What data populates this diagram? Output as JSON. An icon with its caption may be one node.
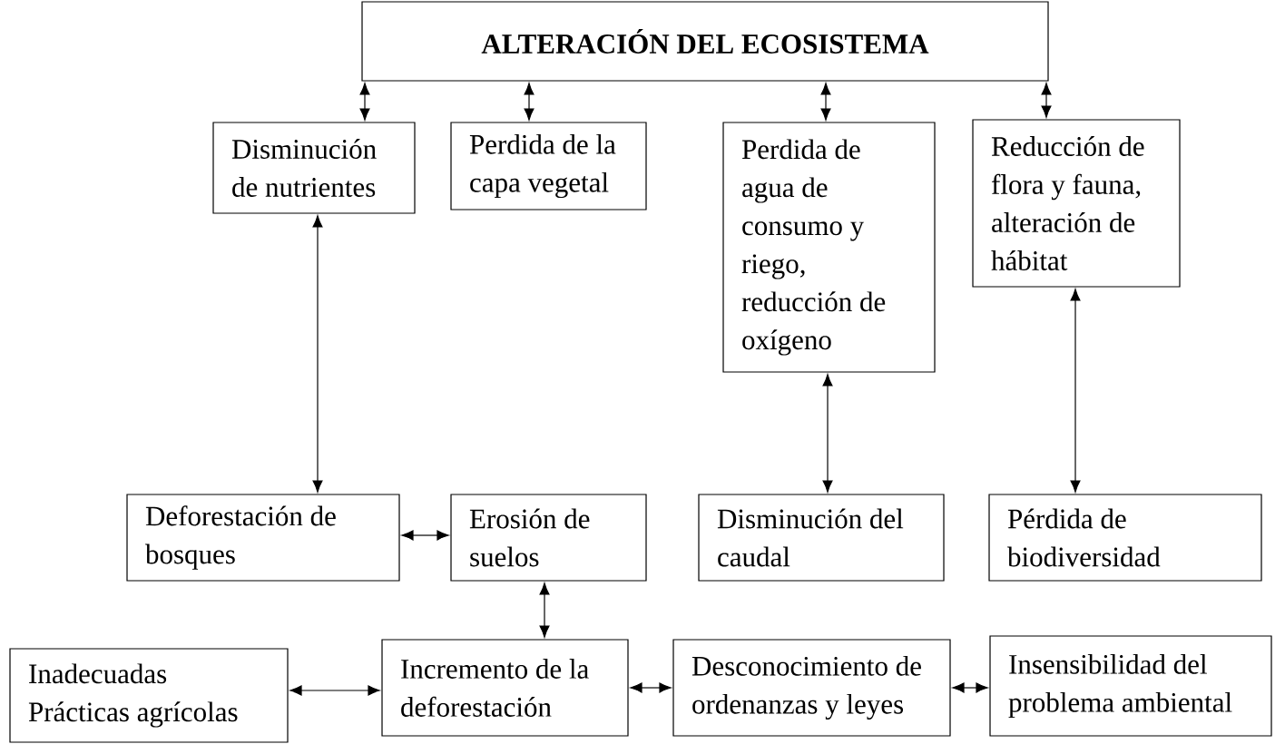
{
  "diagram": {
    "nodes": [
      {
        "text": [
          "ALTERACIÓN DEL ECOSISTEMA"
        ]
      },
      {
        "text": [
          "Disminución de nutrientes"
        ]
      },
      {
        "text": [
          "Perdida de la capa vegetal"
        ]
      },
      {
        "text": [
          "Perdida de agua de consumo y riego, reducción de oxígeno"
        ]
      },
      {
        "text": [
          "Reducción de flora y fauna, alteración de hábitat"
        ]
      },
      {
        "text": [
          "Deforestación de bosques"
        ]
      },
      {
        "text": [
          "Erosión de suelos"
        ]
      },
      {
        "text": [
          "Disminución del caudal"
        ]
      },
      {
        "text": [
          "Pérdida  de biodiversidad"
        ]
      },
      {
        "text": [
          "Inadecuadas Prácticas agrícolas"
        ]
      },
      {
        "text": [
          "Incremento de la deforestación"
        ]
      },
      {
        "text": [
          "Desconocimiento de ordenanzas y leyes"
        ]
      },
      {
        "text": [
          "Insensibilidad del problema ambiental"
        ]
      }
    ],
    "edges": [
      {
        "from": 0,
        "to": 1,
        "arrow": "both"
      },
      {
        "from": 0,
        "to": 2,
        "arrow": "both"
      },
      {
        "from": 0,
        "to": 3,
        "arrow": "both"
      },
      {
        "from": 0,
        "to": 4,
        "arrow": "both"
      },
      {
        "from": 1,
        "to": 5,
        "arrow": "both"
      },
      {
        "from": 3,
        "to": 7,
        "arrow": "both"
      },
      {
        "from": 4,
        "to": 8,
        "arrow": "both"
      },
      {
        "from": 5,
        "to": 6,
        "arrow": "both"
      },
      {
        "from": 6,
        "to": 10,
        "arrow": "both"
      },
      {
        "from": 9,
        "to": 10,
        "arrow": "both"
      },
      {
        "from": 10,
        "to": 11,
        "arrow": "both"
      },
      {
        "from": 11,
        "to": 12,
        "arrow": "both"
      }
    ]
  }
}
